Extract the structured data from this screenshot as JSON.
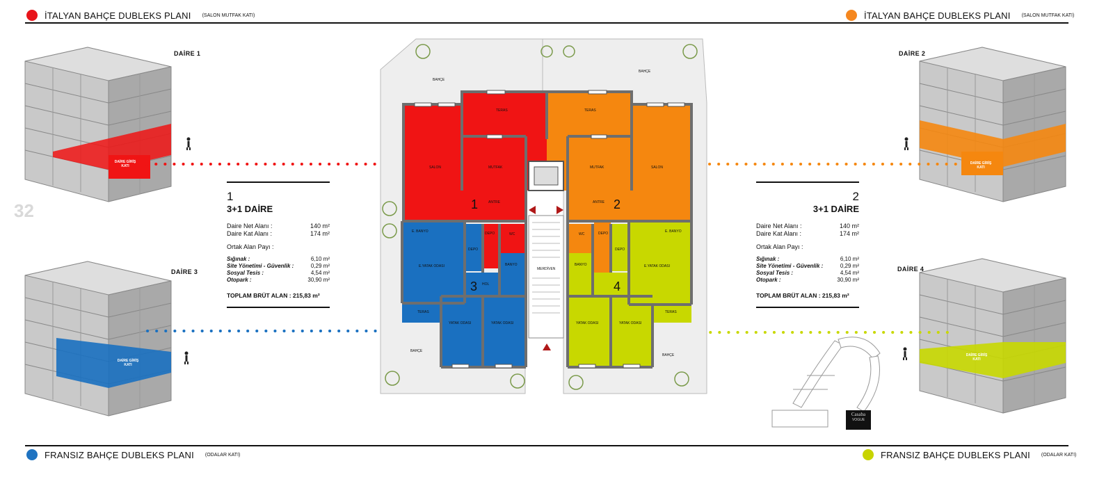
{
  "headers": {
    "top_left": {
      "title": "İTALYAN BAHÇE DUBLEKS PLANI",
      "subtitle": "(SALON MUTFAK KATI)",
      "color": "#e8141a"
    },
    "top_right": {
      "title": "İTALYAN BAHÇE DUBLEKS PLANI",
      "subtitle": "(SALON MUTFAK KATI)",
      "color": "#f5871f"
    },
    "bottom_left": {
      "title": "FRANSIZ BAHÇE DUBLEKS PLANI",
      "subtitle": "(ODALAR KATI)",
      "color": "#1f73c1"
    },
    "bottom_right": {
      "title": "FRANSIZ BAHÇE DUBLEKS PLANI",
      "subtitle": "(ODALAR KATI)",
      "color": "#c8d400"
    }
  },
  "page_number": "32",
  "buildings": {
    "d1": "DAİRE 1",
    "d2": "DAİRE 2",
    "d3": "DAİRE 3",
    "d4": "DAİRE 4"
  },
  "panel_left": {
    "number": "1",
    "name": "3+1 DAİRE",
    "net_label": "Daire Net Alanı :",
    "net_value": "140 m²",
    "gross_label": "Daire Kat Alanı :",
    "gross_value": "174 m²",
    "common_heading": "Ortak Alan Payı :",
    "items": [
      {
        "label": "Sığınak :",
        "value": "6,10 m²"
      },
      {
        "label": "Site Yönetimi - Güvenlik :",
        "value": "0,29 m²"
      },
      {
        "label": "Sosyal Tesis :",
        "value": "4,54 m²"
      },
      {
        "label": "Otopark :",
        "value": "30,90 m²"
      }
    ],
    "total": "TOPLAM BRÜT ALAN : 215,83 m²"
  },
  "panel_right": {
    "number": "2",
    "name": "3+1 DAİRE",
    "net_label": "Daire Net Alanı :",
    "net_value": "140 m²",
    "gross_label": "Daire Kat Alanı :",
    "gross_value": "174 m²",
    "common_heading": "Ortak Alan Payı :",
    "items": [
      {
        "label": "Sığınak :",
        "value": "6,10 m²"
      },
      {
        "label": "Site Yönetimi - Güvenlik :",
        "value": "0,29 m²"
      },
      {
        "label": "Sosyal Tesis :",
        "value": "4,54 m²"
      },
      {
        "label": "Otopark :",
        "value": "30,90 m²"
      }
    ],
    "total": "TOPLAM BRÜT ALAN : 215,83 m²"
  },
  "plan": {
    "unit_numbers": [
      "1",
      "2",
      "3",
      "4"
    ],
    "rooms": {
      "teras": "TERAS",
      "salon": "SALON",
      "mutfak": "MUTFAK",
      "antre": "ANTRE",
      "ebanyo": "E. BANYO",
      "depo": "DEPO",
      "wc": "WC",
      "eyatak": "E.YATAK ODASI",
      "banyo": "BANYO",
      "hol": "HOL",
      "yatak": "YATAK ODASI",
      "merdiven": "MERDİVEN",
      "bahce": "BAHÇE"
    }
  },
  "block_stamp": "DAİRE GİRİŞ KATI",
  "logo": {
    "line1": "Casaba",
    "line2": "VOGUE"
  },
  "colors": {
    "red": "#f01414",
    "orange": "#f5870f",
    "blue": "#1a70c0",
    "yellow": "#c8d800",
    "wall": "#6e6e6e",
    "garden": "#eeeeee"
  }
}
